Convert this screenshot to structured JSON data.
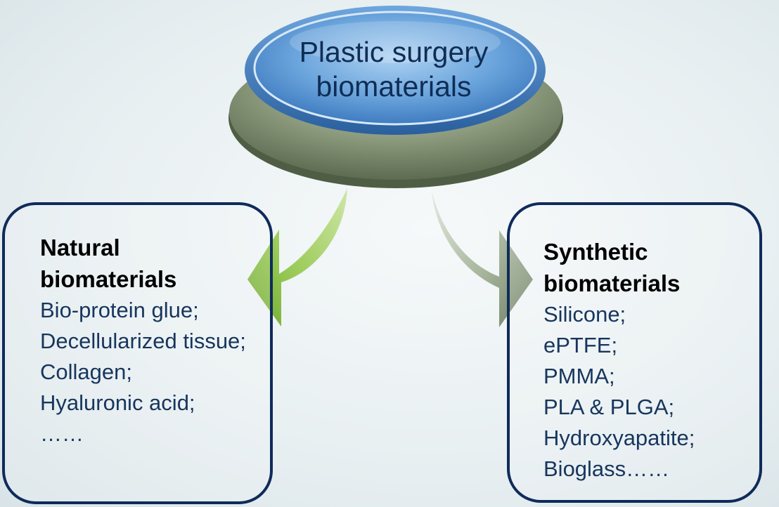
{
  "center": {
    "title_line1": "Plastic surgery",
    "title_line2": "biomaterials"
  },
  "left": {
    "heading_line1": "Natural",
    "heading_line2": "biomaterials",
    "items": [
      "Bio-protein glue;",
      "Decellularized tissue;",
      "Collagen;",
      "Hyaluronic acid;",
      "……"
    ]
  },
  "right": {
    "heading_line1": "Synthetic",
    "heading_line2": "biomaterials",
    "items": [
      "Silicone;",
      "ePTFE;",
      "PMMA;",
      "PLA & PLGA;",
      "Hydroxyapatite;",
      "Bioglass……"
    ]
  },
  "colors": {
    "box_border": "#0f2b5a",
    "ellipse_blue": "#3c78bd",
    "platform_gray": "#7d8f6e",
    "left_arrow_green": "#8fc046",
    "right_arrow_gray": "#8c9d84"
  }
}
